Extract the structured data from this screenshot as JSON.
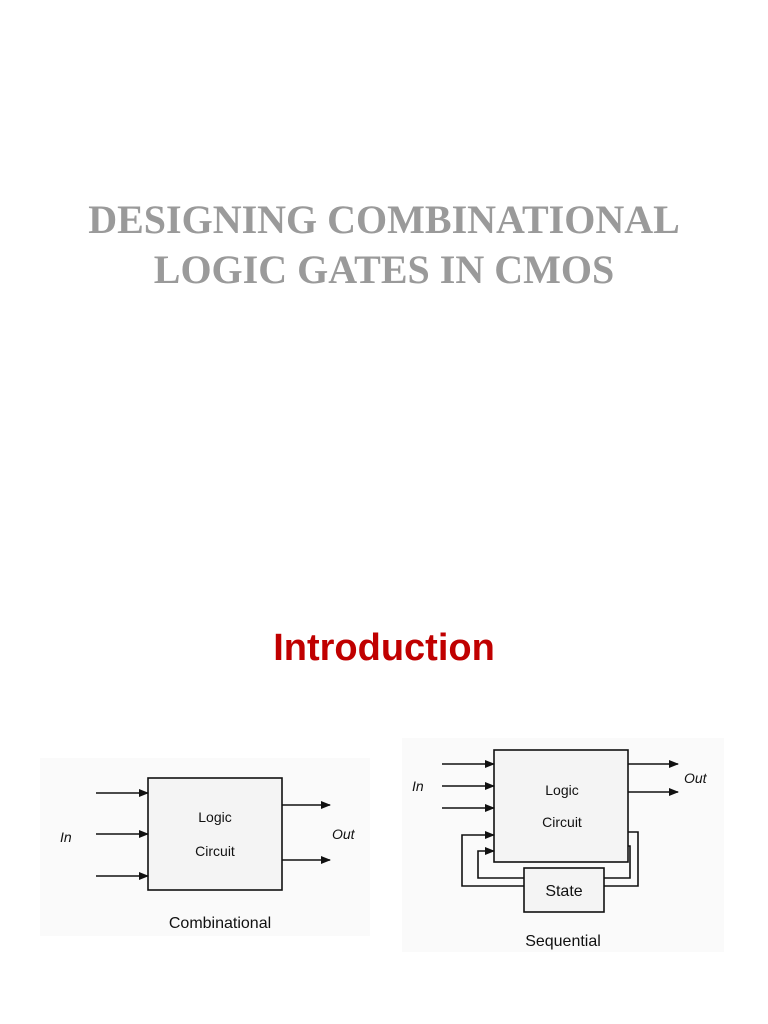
{
  "title": {
    "line1": "DESIGNING COMBINATIONAL",
    "line2": "LOGIC GATES IN CMOS"
  },
  "section": {
    "heading": "Introduction"
  },
  "combinational_diagram": {
    "block_line1": "Logic",
    "block_line2": "Circuit",
    "input_label": "In",
    "output_label": "Out",
    "caption": "Combinational"
  },
  "sequential_diagram": {
    "block_line1": "Logic",
    "block_line2": "Circuit",
    "input_label": "In",
    "output_label": "Out",
    "state_label": "State",
    "caption": "Sequential"
  }
}
